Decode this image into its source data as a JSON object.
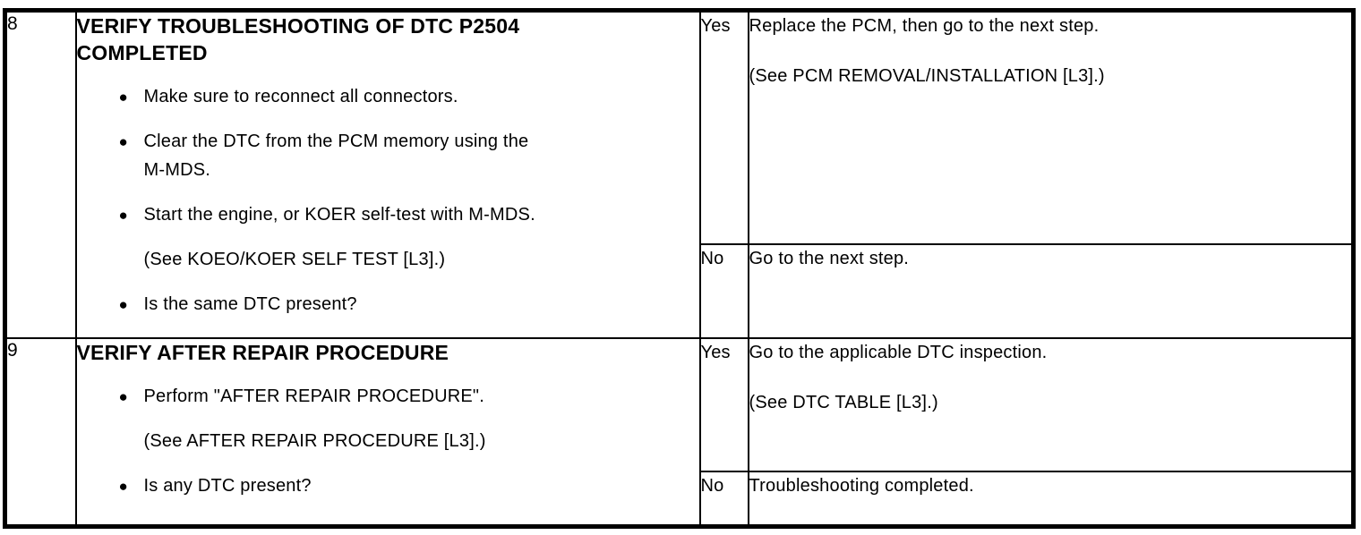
{
  "icons": {
    "bullet": "●"
  },
  "table": {
    "steps": [
      {
        "step": "8",
        "title": "VERIFY TROUBLESHOOTING OF DTC P2504\nCOMPLETED",
        "items": [
          {
            "type": "bullet",
            "text": "Make sure to reconnect all connectors."
          },
          {
            "type": "bullet",
            "text": "Clear the DTC from the PCM memory using the\nM-MDS."
          },
          {
            "type": "bullet",
            "text": "Start the engine, or KOER self-test with M-MDS."
          },
          {
            "type": "note",
            "text": "(See KOEO/KOER SELF TEST [L3].)"
          },
          {
            "type": "bullet",
            "text": "Is the same DTC present?"
          }
        ],
        "results": [
          {
            "answer": "Yes",
            "lines": [
              "Replace the PCM, then go to the next step.",
              "(See PCM REMOVAL/INSTALLATION [L3].)"
            ]
          },
          {
            "answer": "No",
            "lines": [
              "Go to the next step."
            ]
          }
        ]
      },
      {
        "step": "9",
        "title": "VERIFY AFTER REPAIR PROCEDURE",
        "items": [
          {
            "type": "bullet",
            "text": "Perform \"AFTER REPAIR PROCEDURE\"."
          },
          {
            "type": "note",
            "text": "(See AFTER REPAIR PROCEDURE [L3].)"
          },
          {
            "type": "bullet",
            "text": "Is any DTC present?"
          }
        ],
        "results": [
          {
            "answer": "Yes",
            "lines": [
              "Go to the applicable DTC inspection.",
              "(See DTC TABLE [L3].)"
            ]
          },
          {
            "answer": "No",
            "lines": [
              "Troubleshooting completed."
            ]
          }
        ]
      }
    ]
  }
}
